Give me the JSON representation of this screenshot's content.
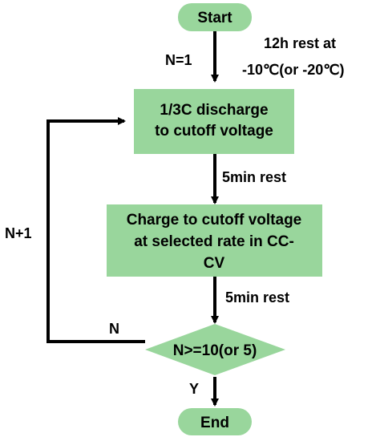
{
  "colors": {
    "node_fill": "#99d69c",
    "line": "#000000",
    "background": "#ffffff"
  },
  "nodes": {
    "start": "Start",
    "discharge": {
      "line1": "1/3C discharge",
      "line2": "to cutoff voltage"
    },
    "charge": {
      "line1": "Charge to cutoff voltage",
      "line2": "at selected rate in CC-",
      "line3": "CV"
    },
    "decision": "N>=10(or 5)",
    "end": "End"
  },
  "labels": {
    "n_init": "N=1",
    "rest_12h": {
      "line1": "12h rest at",
      "line2": "-10℃(or -20℃)"
    },
    "rest_5min_1": "5min rest",
    "rest_5min_2": "5min rest",
    "increment": "N+1",
    "no_branch": "N",
    "yes_branch": "Y"
  }
}
